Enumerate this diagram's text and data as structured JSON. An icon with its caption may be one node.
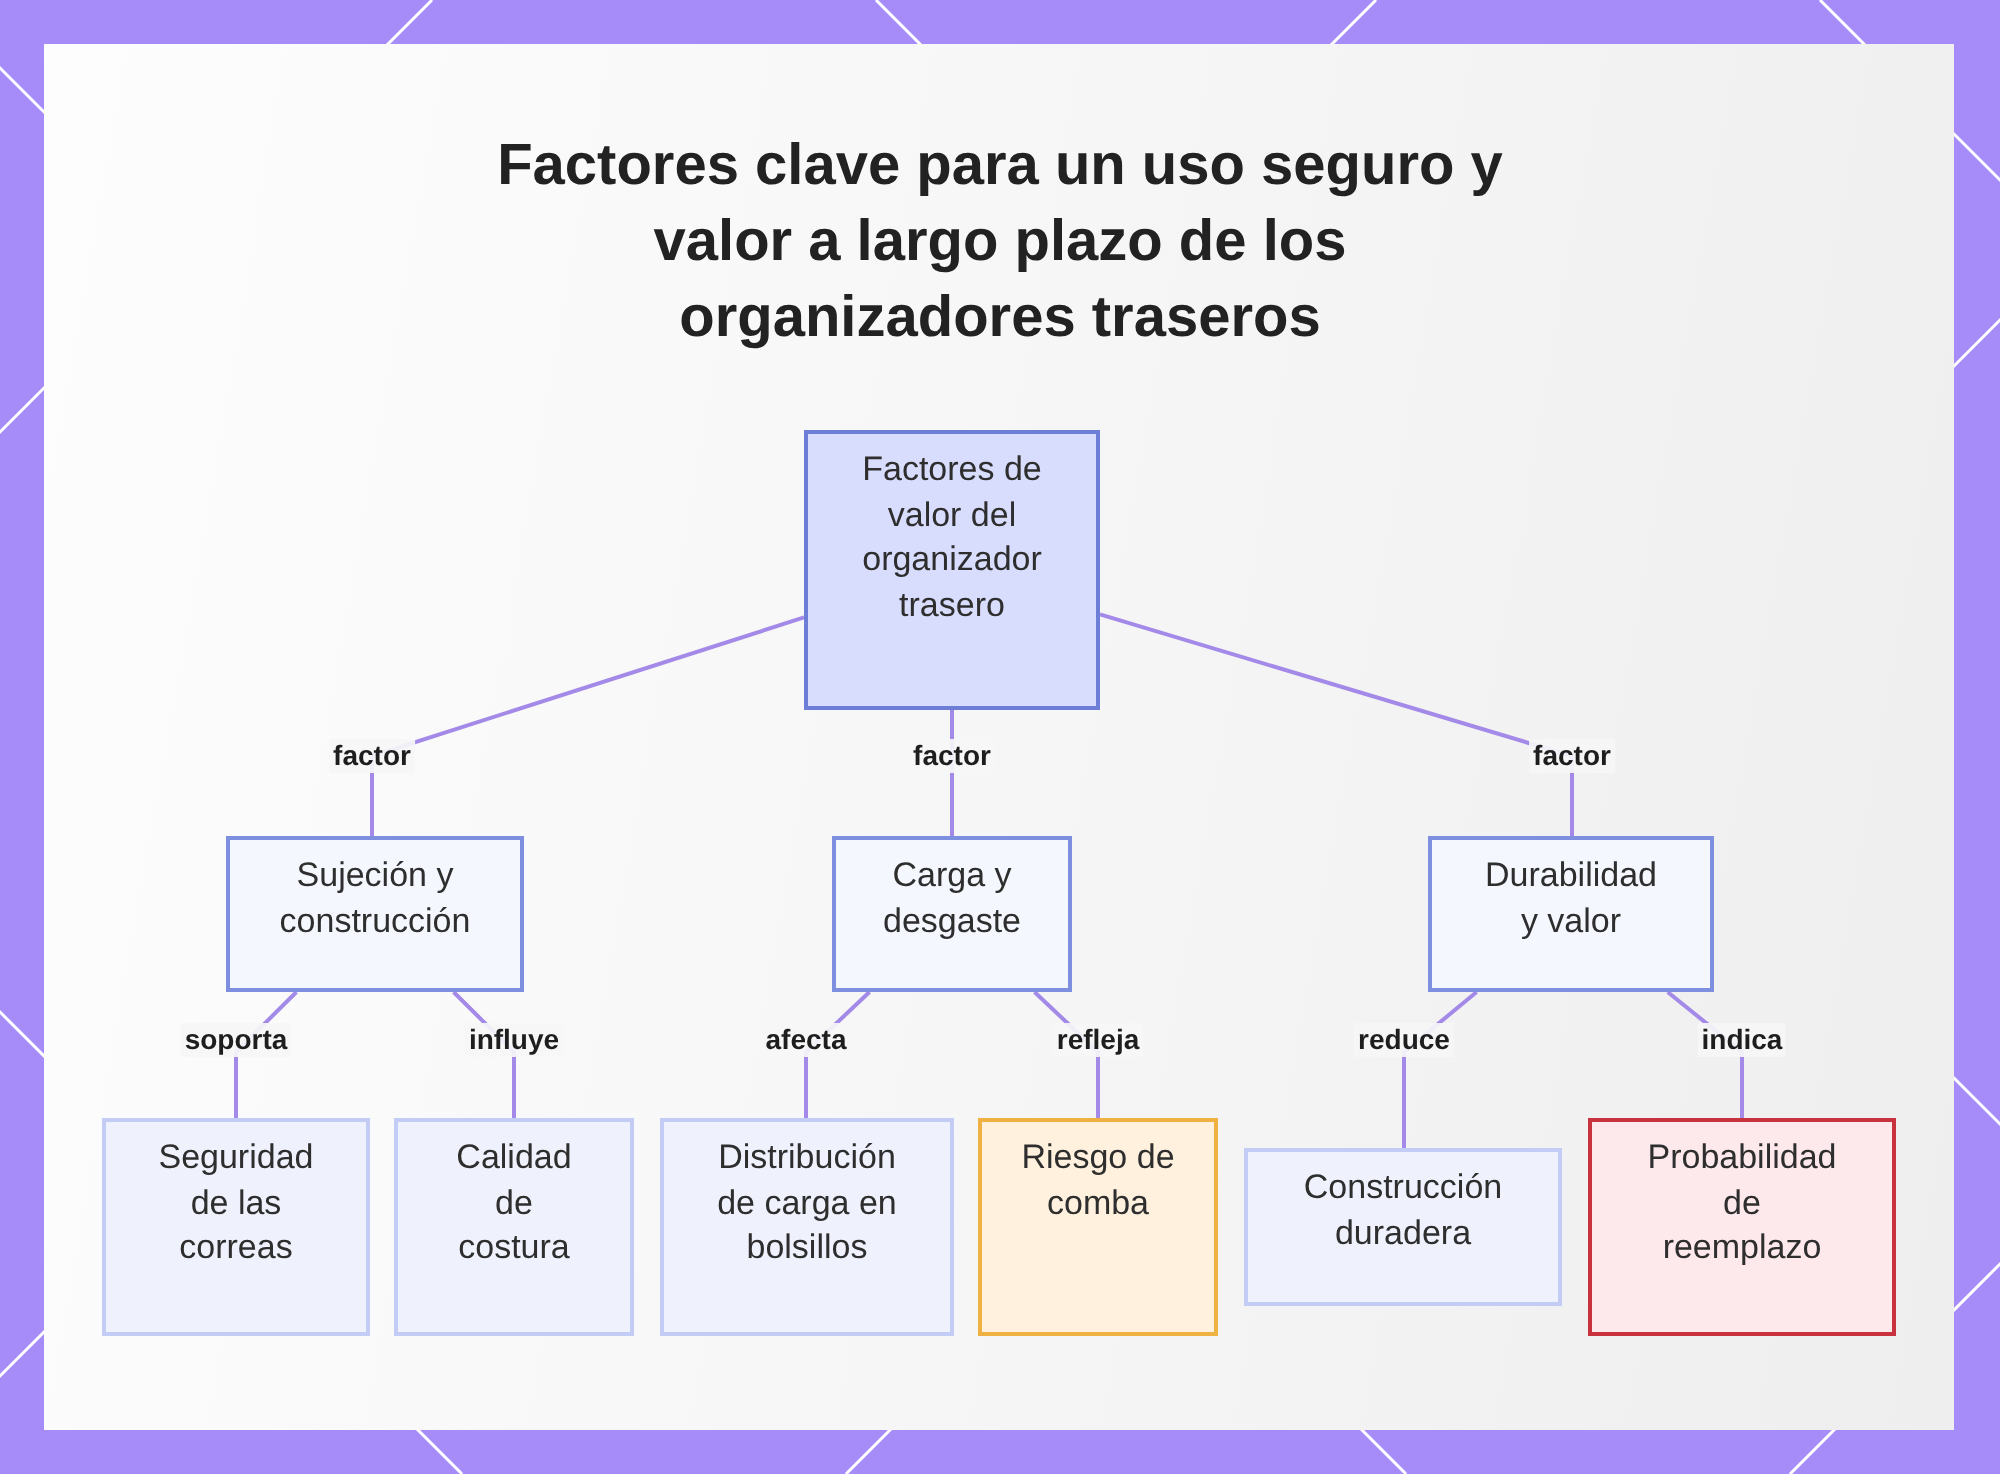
{
  "diagram": {
    "title": "Factores clave para un uso seguro y valor a largo plazo de los organizadores traseros",
    "nodes": [
      {
        "text": [
          "Factores de valor del organizador trasero"
        ]
      },
      {
        "text": [
          "Sujeción y construcción"
        ]
      },
      {
        "text": [
          "Carga y desgaste"
        ]
      },
      {
        "text": [
          "Durabilidad y valor"
        ]
      },
      {
        "text": [
          "Seguridad de las correas"
        ]
      },
      {
        "text": [
          "Calidad de costura"
        ]
      },
      {
        "text": [
          "Distribución de carga en bolsillos"
        ]
      },
      {
        "text": [
          "Riesgo de comba"
        ]
      },
      {
        "text": [
          "Construcción duradera"
        ]
      },
      {
        "text": [
          "Probabilidad de reemplazo"
        ]
      }
    ],
    "edges": [
      {
        "from": 0,
        "to": 1,
        "label": "factor",
        "arrow": "none"
      },
      {
        "from": 0,
        "to": 2,
        "label": "factor",
        "arrow": "none"
      },
      {
        "from": 0,
        "to": 3,
        "label": "factor",
        "arrow": "none"
      },
      {
        "from": 1,
        "to": 4,
        "label": "soporta",
        "arrow": "none"
      },
      {
        "from": 1,
        "to": 5,
        "label": "influye",
        "arrow": "none"
      },
      {
        "from": 2,
        "to": 6,
        "label": "afecta",
        "arrow": "none"
      },
      {
        "from": 2,
        "to": 7,
        "label": "refleja",
        "arrow": "none"
      },
      {
        "from": 3,
        "to": 8,
        "label": "reduce",
        "arrow": "none"
      },
      {
        "from": 3,
        "to": 9,
        "label": "indica",
        "arrow": "none"
      }
    ]
  }
}
